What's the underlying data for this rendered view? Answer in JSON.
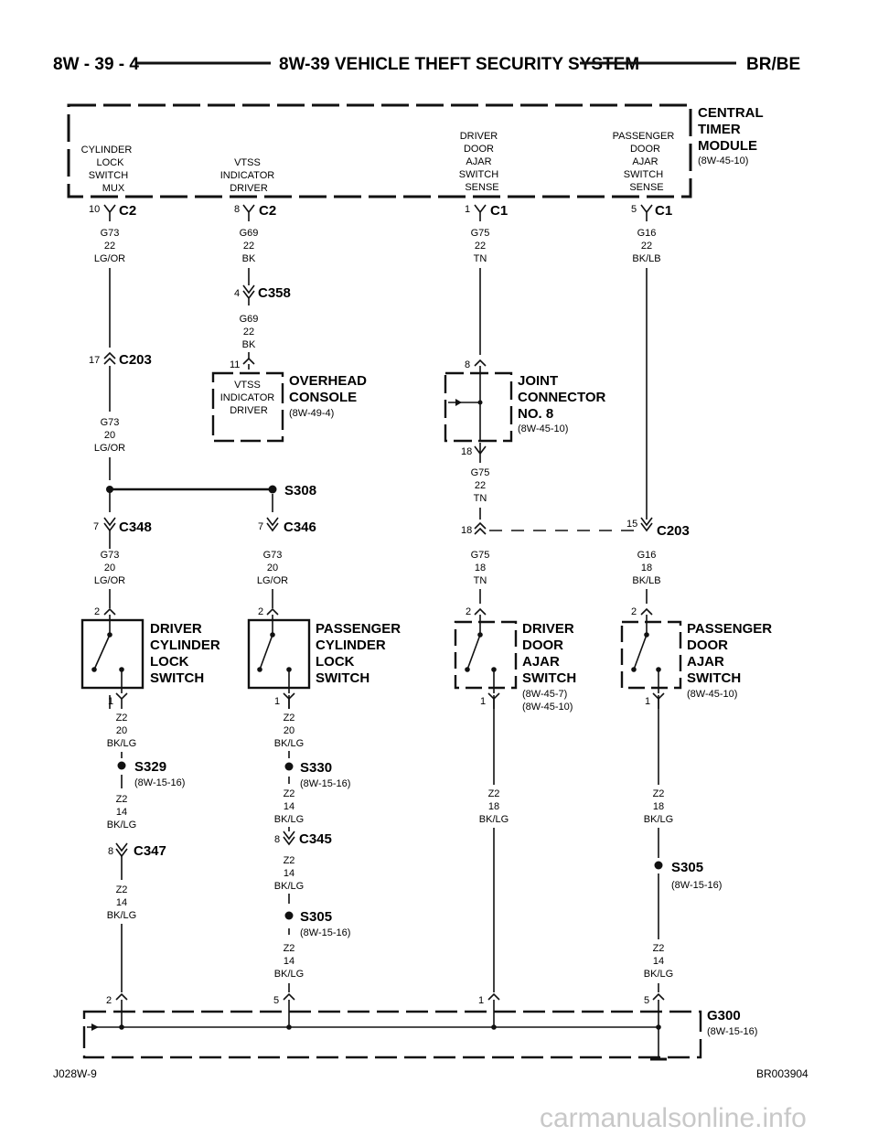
{
  "header": {
    "page_number": "8W - 39 - 4",
    "title": "8W-39 VEHICLE THEFT SECURITY SYSTEM",
    "model": "BR/BE"
  },
  "central_timer_module": {
    "name": [
      "CENTRAL",
      "TIMER",
      "MODULE"
    ],
    "ref": "(8W-45-10)",
    "labels": {
      "cylinder": [
        "CYLINDER",
        "LOCK",
        "SWITCH",
        "MUX"
      ],
      "vtss": [
        "VTSS",
        "INDICATOR",
        "DRIVER"
      ],
      "driver_door": [
        "DRIVER",
        "DOOR",
        "AJAR",
        "SWITCH",
        "SENSE"
      ],
      "passenger_door": [
        "PASSENGER",
        "DOOR",
        "AJAR",
        "SWITCH",
        "SENSE"
      ]
    }
  },
  "connectors": {
    "c2_10": {
      "pin": "10",
      "name": "C2"
    },
    "c2_8": {
      "pin": "8",
      "name": "C2"
    },
    "c1_1": {
      "pin": "1",
      "name": "C1"
    },
    "c1_5": {
      "pin": "5",
      "name": "C1"
    },
    "c358": {
      "pin": "4",
      "name": "C358"
    },
    "c203_left": {
      "pin": "17",
      "name": "C203"
    },
    "c203_right": {
      "pin_left": "18",
      "pin_right": "15",
      "name": "C203"
    },
    "c348": {
      "pin": "7",
      "name": "C348"
    },
    "c346": {
      "pin": "7",
      "name": "C346"
    },
    "c347": {
      "pin": "8",
      "name": "C347"
    },
    "c345": {
      "pin": "8",
      "name": "C345"
    }
  },
  "wires": {
    "g73_a": [
      "G73",
      "22",
      "LG/OR"
    ],
    "g69_a": [
      "G69",
      "22",
      "BK"
    ],
    "g75_a": [
      "G75",
      "22",
      "TN"
    ],
    "g16_a": [
      "G16",
      "22",
      "BK/LB"
    ],
    "g69_b": [
      "G69",
      "22",
      "BK"
    ],
    "g73_b": [
      "G73",
      "20",
      "LG/OR"
    ],
    "g75_b": [
      "G75",
      "22",
      "TN"
    ],
    "g73_c": [
      "G73",
      "20",
      "LG/OR"
    ],
    "g73_d": [
      "G73",
      "20",
      "LG/OR"
    ],
    "g75_c": [
      "G75",
      "18",
      "TN"
    ],
    "g16_b": [
      "G16",
      "18",
      "BK/LB"
    ],
    "z2_a": [
      "Z2",
      "20",
      "BK/LG"
    ],
    "z2_b": [
      "Z2",
      "20",
      "BK/LG"
    ],
    "z2_c": [
      "Z2",
      "14",
      "BK/LG"
    ],
    "z2_d": [
      "Z2",
      "14",
      "BK/LG"
    ],
    "z2_e": [
      "Z2",
      "18",
      "BK/LG"
    ],
    "z2_f": [
      "Z2",
      "18",
      "BK/LG"
    ],
    "z2_g": [
      "Z2",
      "14",
      "BK/LG"
    ],
    "z2_h": [
      "Z2",
      "14",
      "BK/LG"
    ],
    "z2_i": [
      "Z2",
      "14",
      "BK/LG"
    ],
    "z2_j": [
      "Z2",
      "14",
      "BK/LG"
    ]
  },
  "overhead_console": {
    "name": [
      "OVERHEAD",
      "CONSOLE"
    ],
    "ref": "(8W-49-4)",
    "inner": [
      "VTSS",
      "INDICATOR",
      "DRIVER"
    ],
    "pin": "11"
  },
  "joint_connector": {
    "name": [
      "JOINT",
      "CONNECTOR",
      "NO. 8"
    ],
    "ref": "(8W-45-10)",
    "pin_top": "8",
    "pin_bottom": "18"
  },
  "splices": {
    "s308": {
      "name": "S308"
    },
    "s329": {
      "name": "S329",
      "ref": "(8W-15-16)"
    },
    "s330": {
      "name": "S330",
      "ref": "(8W-15-16)"
    },
    "s305_mid": {
      "name": "S305",
      "ref": "(8W-15-16)"
    },
    "s305_right": {
      "name": "S305",
      "ref": "(8W-15-16)"
    }
  },
  "switches": {
    "driver_cyl": {
      "name": [
        "DRIVER",
        "CYLINDER",
        "LOCK",
        "SWITCH"
      ],
      "pin_top": "2",
      "pin_bottom": "1"
    },
    "pass_cyl": {
      "name": [
        "PASSENGER",
        "CYLINDER",
        "LOCK",
        "SWITCH"
      ],
      "pin_top": "2",
      "pin_bottom": "1"
    },
    "driver_door": {
      "name": [
        "DRIVER",
        "DOOR",
        "AJAR",
        "SWITCH"
      ],
      "refs": [
        "(8W-45-7)",
        "(8W-45-10)"
      ],
      "pin_top": "2",
      "pin_bottom": "1"
    },
    "pass_door": {
      "name": [
        "PASSENGER",
        "DOOR",
        "AJAR",
        "SWITCH"
      ],
      "refs": [
        "(8W-45-10)"
      ],
      "pin_top": "2",
      "pin_bottom": "1"
    }
  },
  "ground": {
    "name": "G300",
    "ref": "(8W-15-16)",
    "pins": [
      "2",
      "5",
      "1",
      "5"
    ]
  },
  "footer": {
    "left": "J028W-9",
    "right": "BR003904"
  },
  "watermark": "carmanualsonline.info"
}
